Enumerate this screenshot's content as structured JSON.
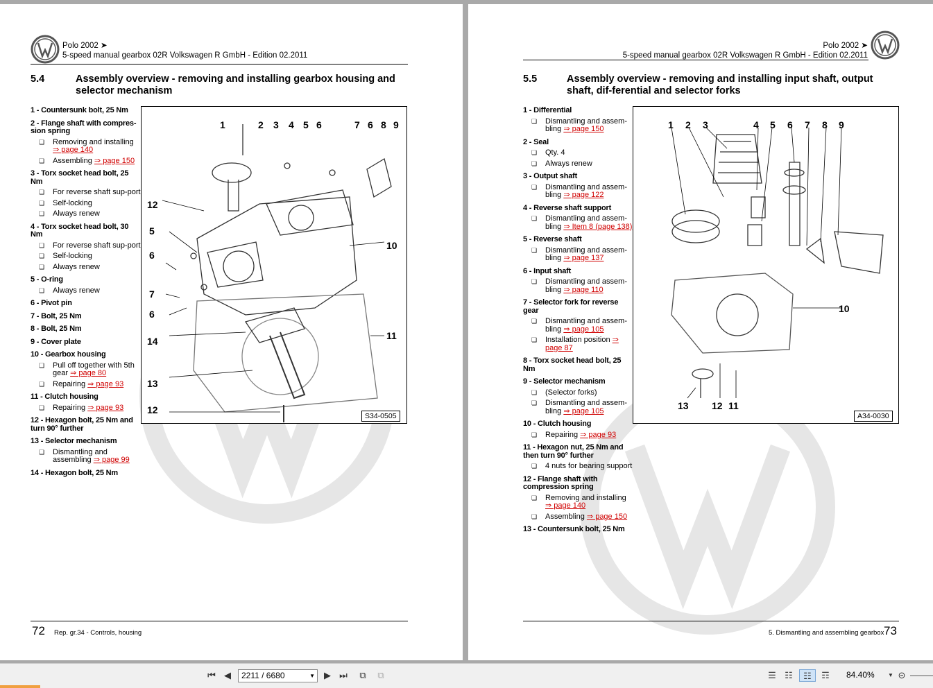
{
  "left_page": {
    "header_model": "Polo 2002 ➤",
    "header_sub": "5-speed manual gearbox 02R Volkswagen R GmbH - Edition 02.2011",
    "section_number": "5.4",
    "section_title": "Assembly overview - removing and installing gearbox housing and selector mechanism",
    "items": [
      {
        "title": "1 - Countersunk bolt, 25 Nm",
        "subs": []
      },
      {
        "title": "2 - Flange shaft with compres-sion spring",
        "subs": [
          {
            "text": "Removing and installing",
            "link": "⇒ page 140"
          },
          {
            "text": "Assembling",
            "link": "⇒ page 150"
          }
        ]
      },
      {
        "title": "3 - Torx socket head bolt, 25 Nm",
        "subs": [
          {
            "text": "For reverse shaft sup-port",
            "link": ""
          },
          {
            "text": "Self-locking",
            "link": ""
          },
          {
            "text": "Always renew",
            "link": ""
          }
        ]
      },
      {
        "title": "4 - Torx socket head bolt, 30 Nm",
        "subs": [
          {
            "text": "For reverse shaft sup-port",
            "link": ""
          },
          {
            "text": "Self-locking",
            "link": ""
          },
          {
            "text": "Always renew",
            "link": ""
          }
        ]
      },
      {
        "title": "5 - O-ring",
        "subs": [
          {
            "text": "Always renew",
            "link": ""
          }
        ]
      },
      {
        "title": "6 - Pivot pin",
        "subs": []
      },
      {
        "title": "7 - Bolt, 25 Nm",
        "subs": []
      },
      {
        "title": "8 - Bolt, 25 Nm",
        "subs": []
      },
      {
        "title": "9 - Cover plate",
        "subs": []
      },
      {
        "title": "10 - Gearbox housing",
        "subs": [
          {
            "text": "Pull off together with 5th gear",
            "link": "⇒ page 80"
          },
          {
            "text": "Repairing",
            "link": "⇒ page 93"
          }
        ]
      },
      {
        "title": "11 - Clutch housing",
        "subs": [
          {
            "text": "Repairing",
            "link": "⇒ page 93"
          }
        ]
      },
      {
        "title": "12 - Hexagon bolt, 25 Nm and turn 90° further",
        "subs": []
      },
      {
        "title": "13 - Selector mechanism",
        "subs": [
          {
            "text": "Dismantling and assembling",
            "link": "⇒ page 99"
          }
        ]
      },
      {
        "title": "14 - Hexagon bolt, 25 Nm",
        "subs": []
      }
    ],
    "figure_label": "S34-0505",
    "callouts_top": [
      "1",
      "2",
      "3",
      "4",
      "5",
      "6",
      "7",
      "6",
      "8",
      "9"
    ],
    "callouts_side": [
      "12",
      "5",
      "6",
      "7",
      "6",
      "14",
      "13",
      "12",
      "10",
      "11"
    ],
    "page_number": "72",
    "footer_text": "Rep. gr.34 - Controls, housing"
  },
  "right_page": {
    "header_model": "Polo 2002 ➤",
    "header_sub": "5-speed manual gearbox 02R Volkswagen R GmbH - Edition 02.2011",
    "section_number": "5.5",
    "section_title": "Assembly overview - removing and installing input shaft, output shaft, dif-ferential and selector forks",
    "items": [
      {
        "title": "1 - Differential",
        "subs": [
          {
            "text": "Dismantling and assem-bling",
            "link": "⇒ page 150"
          }
        ]
      },
      {
        "title": "2 - Seal",
        "subs": [
          {
            "text": "Qty. 4",
            "link": ""
          },
          {
            "text": "Always renew",
            "link": ""
          }
        ]
      },
      {
        "title": "3 - Output shaft",
        "subs": [
          {
            "text": "Dismantling and assem-bling",
            "link": "⇒ page 122"
          }
        ]
      },
      {
        "title": "4 - Reverse shaft support",
        "subs": [
          {
            "text": "Dismantling and assem-bling",
            "link": "⇒ Item 8 (page 138)"
          }
        ]
      },
      {
        "title": "5 - Reverse shaft",
        "subs": [
          {
            "text": "Dismantling and assem-bling",
            "link": "⇒ page 137"
          }
        ]
      },
      {
        "title": "6 - Input shaft",
        "subs": [
          {
            "text": "Dismantling and assem-bling",
            "link": "⇒ page 110"
          }
        ]
      },
      {
        "title": "7 - Selector fork for reverse gear",
        "subs": [
          {
            "text": "Dismantling and assem-bling",
            "link": "⇒ page 105"
          },
          {
            "text": "Installation position",
            "link": "⇒ page 87"
          }
        ]
      },
      {
        "title": "8 - Torx socket head bolt, 25 Nm",
        "subs": []
      },
      {
        "title": "9 - Selector mechanism",
        "subs": [
          {
            "text": "(Selector forks)",
            "link": ""
          },
          {
            "text": "Dismantling and assem-bling",
            "link": "⇒ page 105"
          }
        ]
      },
      {
        "title": "10 - Clutch housing",
        "subs": [
          {
            "text": "Repairing",
            "link": "⇒ page 93"
          }
        ]
      },
      {
        "title": "11 - Hexagon nut, 25 Nm and then turn 90° further",
        "subs": [
          {
            "text": "4 nuts for bearing support",
            "link": ""
          }
        ]
      },
      {
        "title": "12 - Flange shaft with compression spring",
        "subs": [
          {
            "text": "Removing and installing",
            "link": "⇒ page 140"
          },
          {
            "text": "Assembling",
            "link": "⇒ page 150"
          }
        ]
      },
      {
        "title": "13 - Countersunk bolt, 25 Nm",
        "subs": []
      }
    ],
    "figure_label": "A34-0030",
    "callouts_top": [
      "1",
      "2",
      "3",
      "4",
      "5",
      "6",
      "7",
      "8",
      "9"
    ],
    "callouts_bottom": [
      "13",
      "12",
      "11"
    ],
    "callout_side": "10",
    "page_number": "73",
    "footer_text": "5. Dismantling and assembling gearbox"
  },
  "toolbar": {
    "page_field": "2211 / 6680",
    "zoom": "84.40%"
  },
  "colors": {
    "link": "#d00000",
    "viewer_bg": "#a9a9a9",
    "toolbar_bg": "#f0f0f0"
  }
}
